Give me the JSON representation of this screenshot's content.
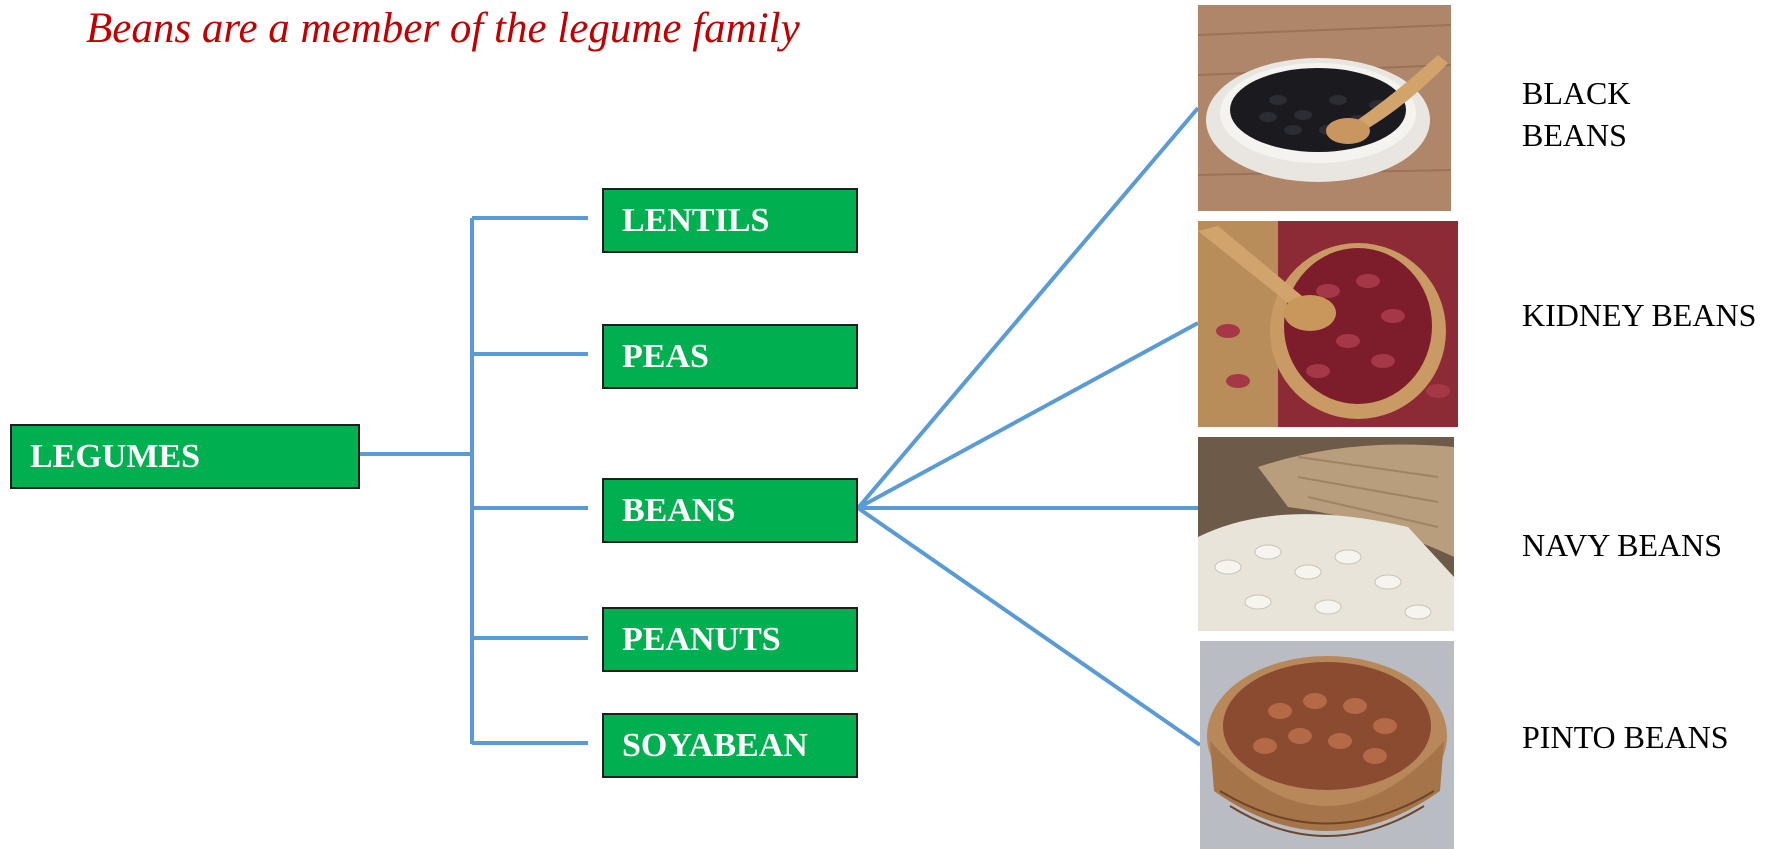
{
  "title": "Beans are a member of the legume family",
  "root": {
    "label": "LEGUMES"
  },
  "categories": [
    {
      "label": "LENTILS"
    },
    {
      "label": "PEAS"
    },
    {
      "label": "BEANS"
    },
    {
      "label": "PEANUTS"
    },
    {
      "label": "SOYABEAN"
    }
  ],
  "bean_types": [
    {
      "label_line1": "BLACK",
      "label_line2": "BEANS",
      "image": "black-beans-photo"
    },
    {
      "label_line1": "KIDNEY BEANS",
      "label_line2": "",
      "image": "kidney-beans-photo"
    },
    {
      "label_line1": "NAVY BEANS",
      "label_line2": "",
      "image": "navy-beans-photo"
    },
    {
      "label_line1": "PINTO BEANS",
      "label_line2": "",
      "image": "pinto-beans-photo"
    }
  ],
  "colors": {
    "title": "#c00000",
    "box_fill": "#00b050",
    "box_border": "#1f1f1f",
    "connector": "#5b9bd5"
  }
}
